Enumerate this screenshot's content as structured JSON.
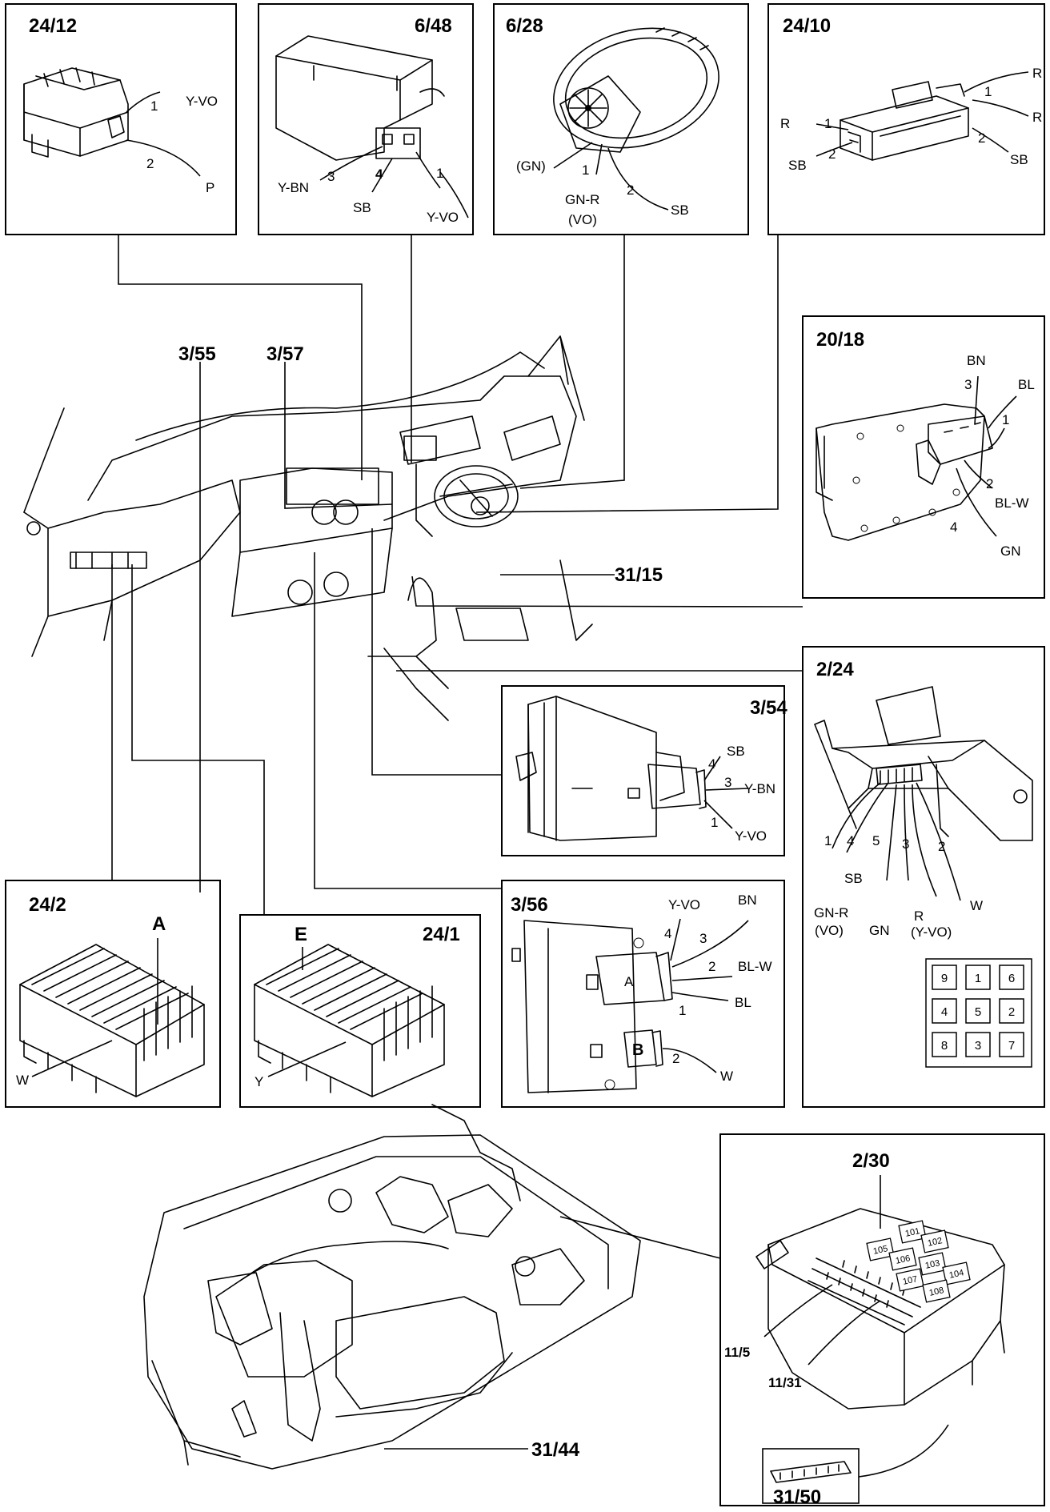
{
  "panels": {
    "p24_12": {
      "id": "24/12",
      "labels": {
        "pin1": "1",
        "y_vo": "Y-VO",
        "pin2": "2",
        "p": "P"
      }
    },
    "p6_48": {
      "id": "6/48",
      "labels": {
        "y_bn": "Y-BN",
        "pin3": "3",
        "pin4": "4",
        "sb": "SB",
        "pin1": "1",
        "y_vo": "Y-VO"
      }
    },
    "p6_28": {
      "id": "6/28",
      "labels": {
        "gn_paren": "(GN)",
        "pin1": "1",
        "gn_r": "GN-R",
        "vo_paren": "(VO)",
        "pin2": "2",
        "sb": "SB"
      }
    },
    "p24_10": {
      "id": "24/10",
      "labels": {
        "r_top": "R",
        "pin1_top": "1",
        "r_right": "R",
        "r_left": "R",
        "pin1_left": "1",
        "sb_left": "SB",
        "pin2_left": "2",
        "pin2_right": "2",
        "sb_right": "SB"
      }
    },
    "p20_18": {
      "id": "20/18",
      "labels": {
        "bn": "BN",
        "pin3": "3",
        "bl": "BL",
        "pin1": "1",
        "pin2": "2",
        "bl_w": "BL-W",
        "pin4": "4",
        "gn": "GN"
      }
    },
    "p2_24": {
      "id": "2/24",
      "labels": {
        "pin1": "1",
        "pin4": "4",
        "pin5": "5",
        "pin3": "3",
        "pin2": "2",
        "sb": "SB",
        "gn_r": "GN-R",
        "vo_paren": "(VO)",
        "gn": "GN",
        "r": "R",
        "y_vo_paren": "(Y-VO)",
        "w": "W"
      },
      "grid": [
        "9",
        "1",
        "6",
        "4",
        "5",
        "2",
        "8",
        "3",
        "7"
      ]
    },
    "p3_54": {
      "id": "3/54",
      "labels": {
        "sb": "SB",
        "pin4": "4",
        "pin3": "3",
        "y_bn": "Y-BN",
        "pin1": "1",
        "y_vo": "Y-VO"
      }
    },
    "p3_56": {
      "id": "3/56",
      "labels": {
        "y_vo": "Y-VO",
        "bn": "BN",
        "pin4": "4",
        "pin3": "3",
        "pin2": "2",
        "bl_w": "BL-W",
        "bl": "BL",
        "pin1": "1",
        "pin2b": "2",
        "w": "W",
        "conn_a": "A",
        "conn_b": "B"
      }
    },
    "p24_2": {
      "id": "24/2",
      "labels": {
        "a": "A",
        "w": "W"
      }
    },
    "p24_1": {
      "id": "24/1",
      "labels": {
        "e": "E",
        "y": "Y"
      }
    },
    "p2_30": {
      "id": "2/30",
      "labels": {
        "f11_5": "11/5",
        "f11_31": "11/31"
      },
      "relays": [
        "101",
        "102",
        "105",
        "106",
        "103",
        "104",
        "107",
        "108"
      ]
    },
    "p31_50": {
      "id": "31/50"
    }
  },
  "callouts": {
    "c3_55": "3/55",
    "c3_57": "3/57",
    "c31_15": "31/15",
    "c31_44": "31/44"
  }
}
